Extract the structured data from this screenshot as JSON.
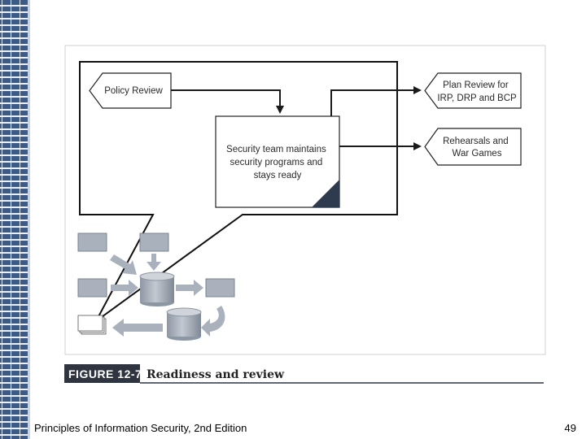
{
  "slide": {
    "footer_title": "Principles of Information Security, 2nd Edition",
    "page_number": "49"
  },
  "figure": {
    "label": "FIGURE 12-7",
    "title": "Readiness and review"
  },
  "diagram": {
    "policy_review": "Policy Review",
    "center_lines": [
      "Security team maintains",
      "security programs and",
      "stays ready"
    ],
    "plan_review_lines": [
      "Plan Review for",
      "IRP, DRP and BCP"
    ],
    "rehearsals_lines": [
      "Rehearsals and",
      "War Games"
    ]
  },
  "colors": {
    "stripe": "#3b5a86",
    "node_fill": "#a9b1bd",
    "caption_bar": "#2e3440",
    "line": "#1a1a1a"
  }
}
